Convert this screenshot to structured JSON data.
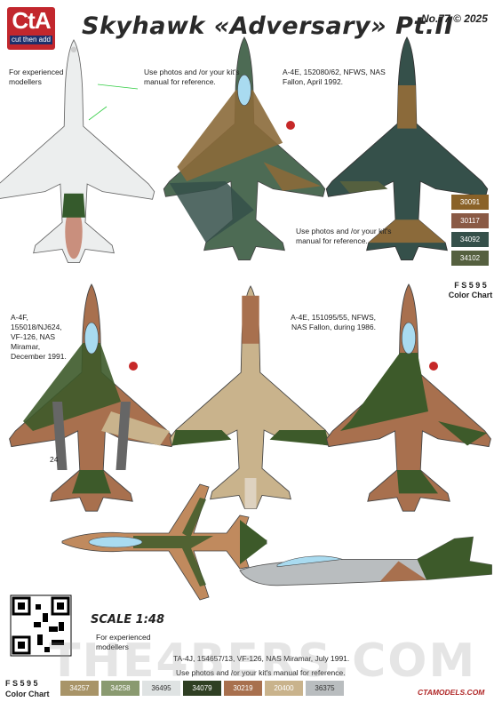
{
  "header": {
    "logo_big": "CtA",
    "logo_small": "cut then add",
    "title": "Skyhawk «Adversary» Pt.II",
    "issue": "No.77 © 2025"
  },
  "notes": {
    "experienced_top": "For experienced modellers",
    "manual_top": "Use photos and /or your kit's manual for reference.",
    "a4e_1": "A-4E, 152080/62, NFWS, NAS Fallon, April 1992.",
    "manual_mid": "Use photos and /or your kit's manual for reference.",
    "a4f": "A-4F, 155018/NJ624, VF-126, NAS Miramar, December 1991.",
    "a4e_2": "A-4E, 151095/55, NFWS, NAS Fallon, during 1986.",
    "scale": "SCALE 1:48",
    "experienced_bottom": "For experienced modellers",
    "ta4j": "TA-4J, 154657/13, VF-126, NAS Miramar, July 1991.",
    "manual_bottom": "Use photos and /or your kit's manual for reference.",
    "site": "CTAMODELS.COM",
    "watermark": "THE4BERS.COM",
    "tail_number": "24"
  },
  "fs_chart_right": {
    "label_line1": "F S  5 9 5",
    "label_line2": "Color Chart",
    "chips": [
      {
        "code": "30091",
        "color": "#8a6228"
      },
      {
        "code": "30117",
        "color": "#8a5a45"
      },
      {
        "code": "34092",
        "color": "#35504a"
      },
      {
        "code": "34102",
        "color": "#55603f"
      }
    ]
  },
  "fs_chart_bottom": {
    "label_line1": "F S  5 9 5",
    "label_line2": "Color Chart",
    "chips": [
      {
        "code": "34257",
        "color": "#a89468"
      },
      {
        "code": "34258",
        "color": "#8a9a70"
      },
      {
        "code": "36495",
        "color": "#dfe3e3"
      },
      {
        "code": "34079",
        "color": "#2f3f23"
      },
      {
        "code": "30219",
        "color": "#a8704e"
      },
      {
        "code": "20400",
        "color": "#c9b38c"
      },
      {
        "code": "36375",
        "color": "#b9bdbf"
      }
    ]
  }
}
